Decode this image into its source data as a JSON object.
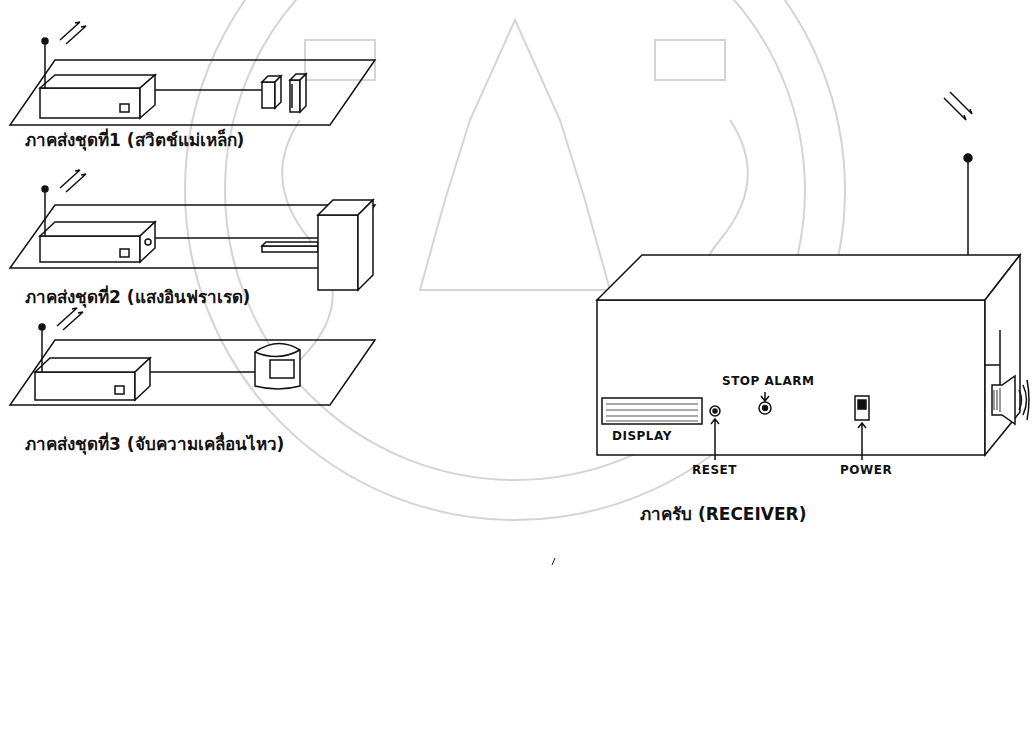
{
  "diagram": {
    "labels": [
      "ภาคส่งชุดที่1 (สวิตช์แม่เหล็ก)",
      "ภาคส่งชุดที่2 (แสงอินฟราเรด)",
      "ภาคส่งชุดที่3 (จับความเคลื่อนไหว)",
      "DISPLAY",
      "STOP ALARM",
      "RESET",
      "POWER",
      "ภาครับ (RECEIVER)"
    ]
  }
}
